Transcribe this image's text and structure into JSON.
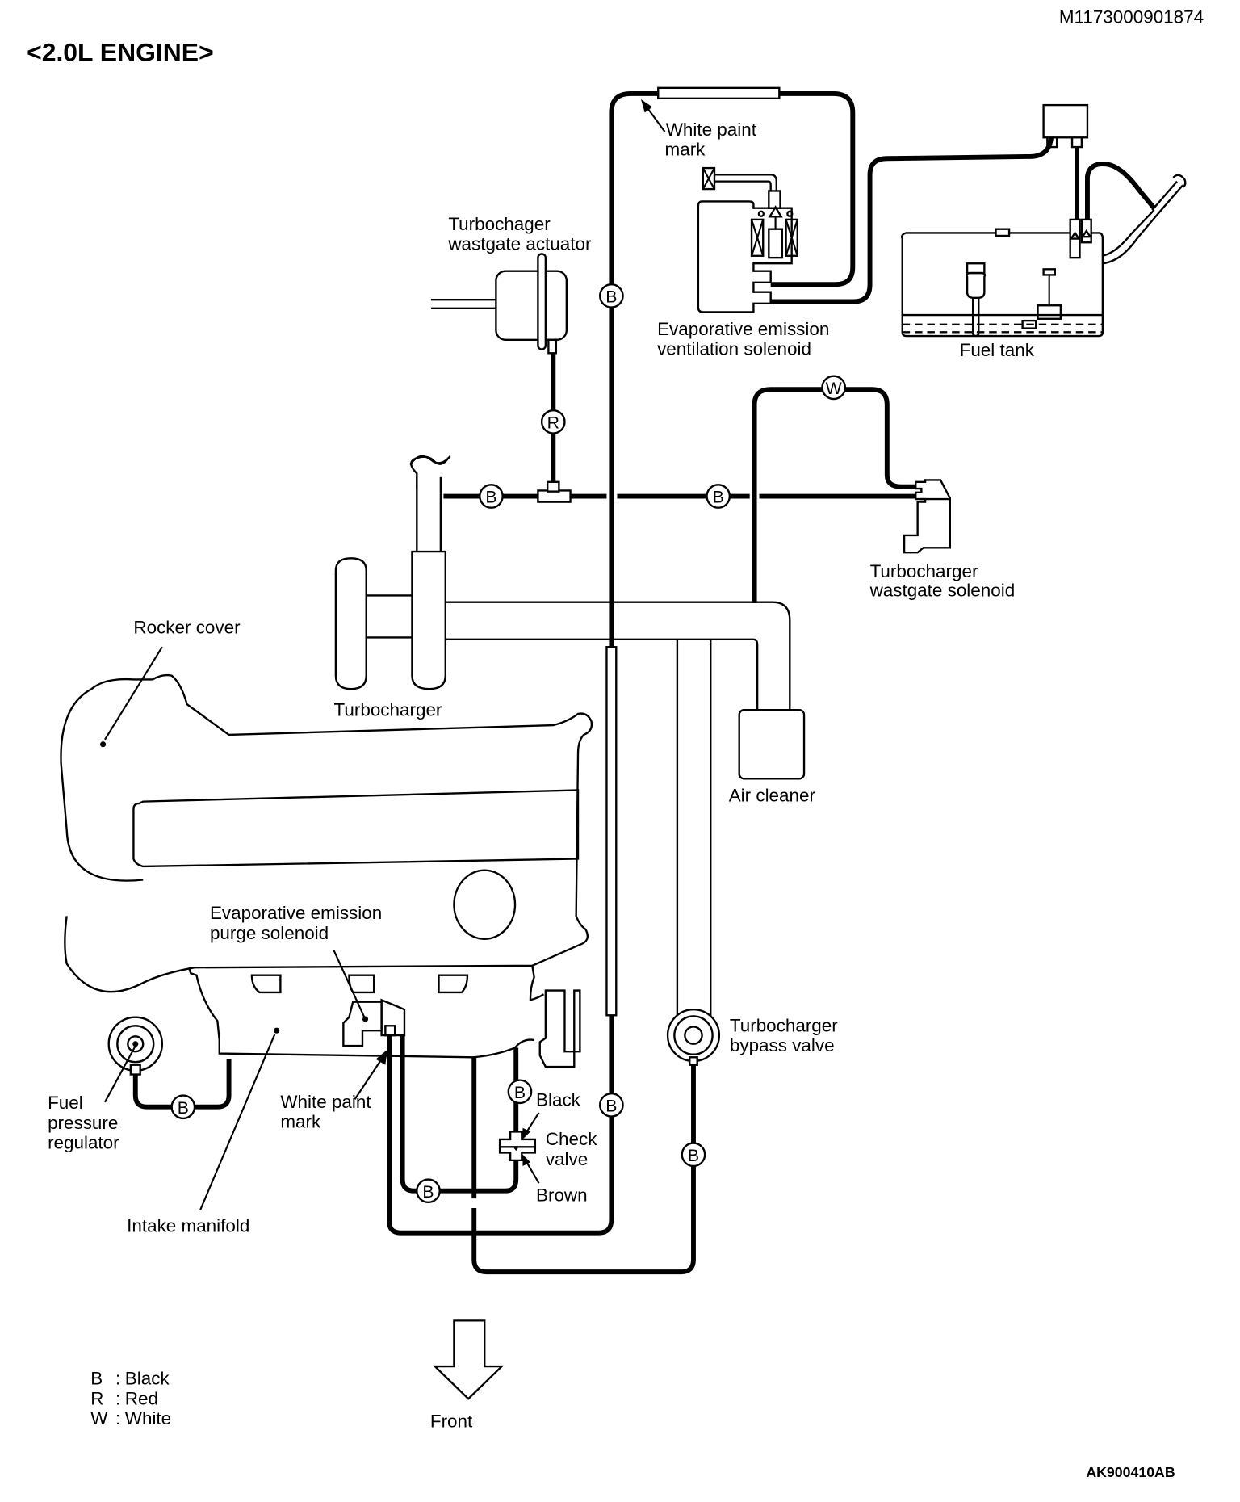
{
  "header": {
    "title": "<2.0L ENGINE>",
    "doc_code": "M1173000901874",
    "figure_code": "AK900410AB"
  },
  "labels": {
    "turbo_wastegate_actuator": [
      "Turbochager",
      "wastgate actuator"
    ],
    "white_paint_mark_top": [
      "White paint",
      "mark"
    ],
    "evap_ventilation_solenoid": [
      "Evaporative emission",
      "ventilation solenoid"
    ],
    "fuel_tank": "Fuel tank",
    "turbo_wastegate_solenoid": [
      "Turbocharger",
      "wastgate solenoid"
    ],
    "rocker_cover": "Rocker cover",
    "turbocharger": "Turbocharger",
    "air_cleaner": "Air cleaner",
    "evap_purge_solenoid": [
      "Evaporative emission",
      "purge solenoid"
    ],
    "turbo_bypass_valve": [
      "Turbocharger",
      "bypass valve"
    ],
    "fuel_pressure_regulator": [
      "Fuel",
      "pressure",
      "regulator"
    ],
    "white_paint_mark_bottom": [
      "White paint",
      "mark"
    ],
    "intake_manifold": "Intake manifold",
    "check_valve": [
      "Check",
      "valve"
    ],
    "check_valve_black": "Black",
    "check_valve_brown": "Brown",
    "front": "Front"
  },
  "hose_badges": {
    "b1": "B",
    "r1": "R",
    "b2": "B",
    "b3": "B",
    "w1": "W",
    "b4": "B",
    "b5": "B",
    "b6": "B",
    "b7": "B",
    "b8": "B"
  },
  "legend": [
    {
      "code": "B",
      "sep": ":",
      "meaning": "Black"
    },
    {
      "code": "R",
      "sep": ":",
      "meaning": "Red"
    },
    {
      "code": "W",
      "sep": ":",
      "meaning": "White"
    }
  ]
}
